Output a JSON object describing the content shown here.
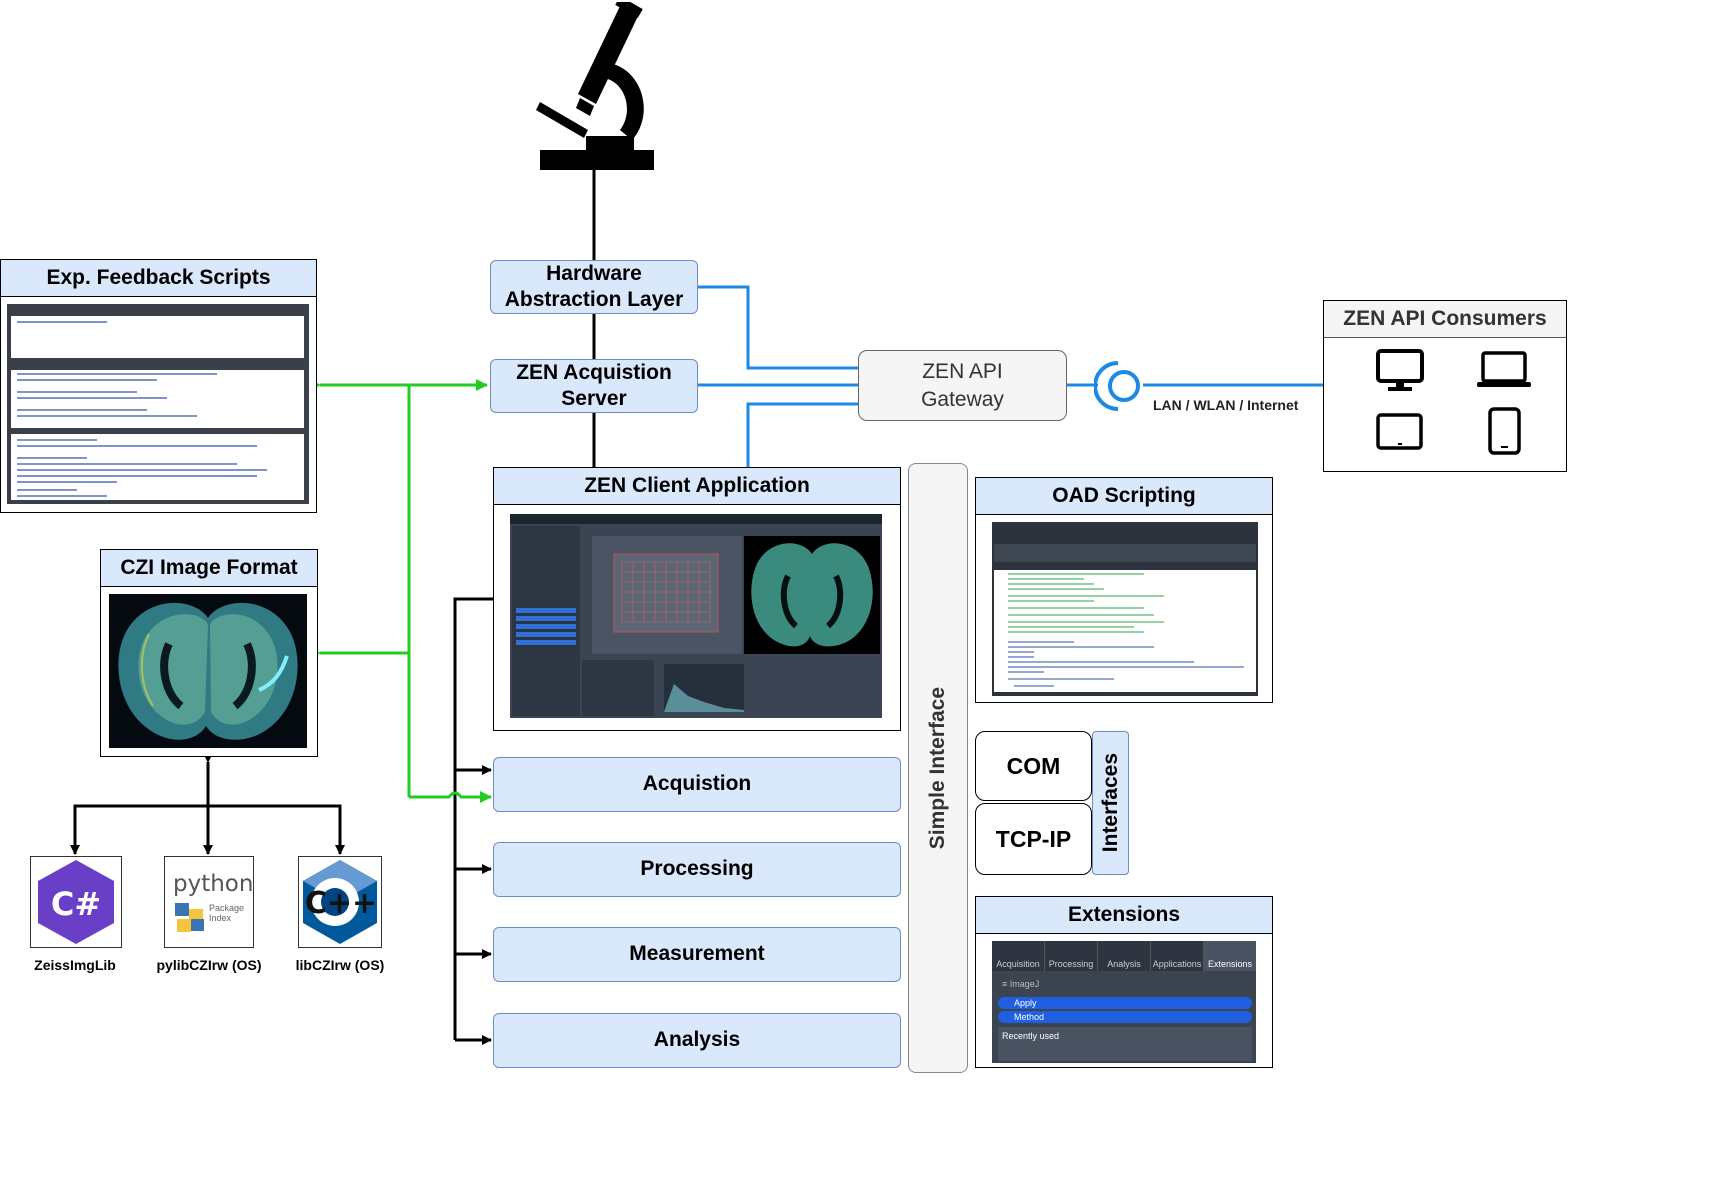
{
  "diagram": {
    "hal": {
      "line1": "Hardware",
      "line2": "Abstraction Layer"
    },
    "server": {
      "line1": "ZEN Acquistion",
      "line2": "Server"
    },
    "client": {
      "title": "ZEN Client Application"
    },
    "modules": [
      "Acquistion",
      "Processing",
      "Measurement",
      "Analysis"
    ],
    "simple_interface": "Simple Interface",
    "gateway": {
      "line1": "ZEN API",
      "line2": "Gateway"
    },
    "network_label": "LAN / WLAN / Internet",
    "consumers": {
      "title": "ZEN API Consumers"
    },
    "oad": {
      "title": "OAD Scripting"
    },
    "interfaces": {
      "com": "COM",
      "tcpip": "TCP-IP",
      "label": "Interfaces"
    },
    "extensions": {
      "title": "Extensions",
      "tabs": [
        "Acquisition",
        "Processing",
        "Analysis",
        "Applications",
        "Extensions"
      ],
      "group": "ImageJ",
      "apply": "Apply",
      "method": "Method",
      "recent": "Recently used"
    },
    "feedback": {
      "title": "Exp. Feedback Scripts"
    },
    "czi": {
      "title": "CZI Image Format"
    },
    "libs": [
      {
        "name": "ZeissImgLib",
        "logo": "C#"
      },
      {
        "name": "pylibCZIrw (OS)",
        "logo": "python",
        "logo_sub": "Package Index"
      },
      {
        "name": "libCZIrw (OS)",
        "logo": "C++"
      }
    ],
    "colors": {
      "blue_box": "#dae8fc",
      "blue_line": "#1e88e5",
      "green_line": "#22cc22",
      "black": "#000000"
    }
  }
}
